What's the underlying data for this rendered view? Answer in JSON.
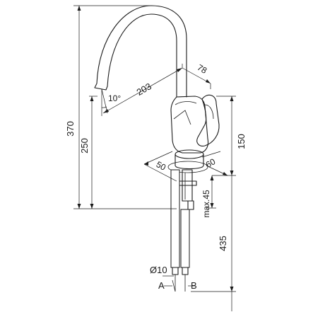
{
  "dimensions": {
    "spout_angle": "10°",
    "reach": "203",
    "handle_offset": "78",
    "overall_height": "370",
    "outlet_height": "250",
    "body_height": "150",
    "base_left": "50",
    "base_right": "60",
    "max_deck_thickness": "max.45",
    "hose_length": "435",
    "hose_diameter": "Ø10"
  },
  "labels": {
    "hose_a": "A",
    "hose_b": "B"
  }
}
